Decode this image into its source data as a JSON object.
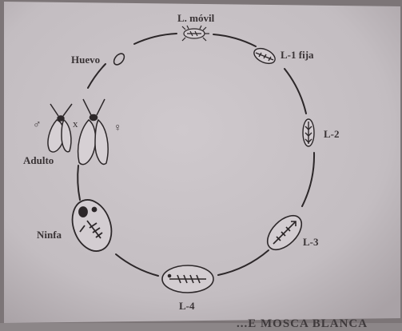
{
  "diagram": {
    "stages": {
      "movil": "L. móvil",
      "l1": "L-1 fija",
      "l2": "L-2",
      "l3": "L-3",
      "l4": "L-4",
      "ninfa": "Ninfa",
      "adulto": "Adulto",
      "huevo": "Huevo"
    },
    "symbols": {
      "male": "♂",
      "cross": "x",
      "female": "♀"
    },
    "caption": "...E MOSCA BLANCA"
  },
  "colors": {
    "paper": "#c8c2c6",
    "ink": "#2c2729",
    "background": "#7c7577"
  }
}
